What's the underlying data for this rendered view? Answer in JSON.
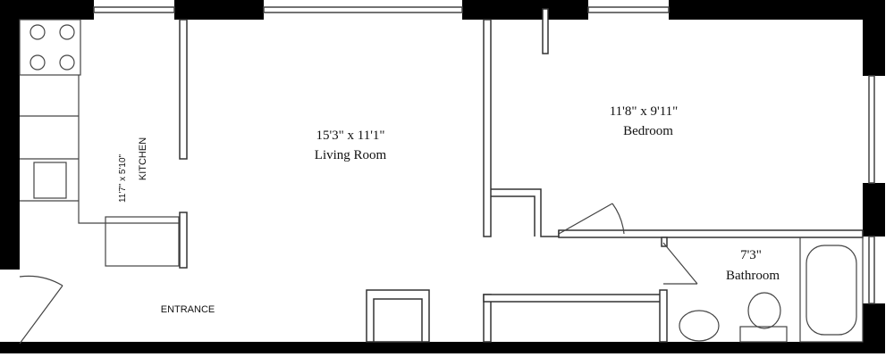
{
  "rooms": {
    "kitchen": {
      "label": "KITCHEN",
      "dimensions": "11'7\" x 5'10\""
    },
    "living_room": {
      "label": "Living Room",
      "dimensions": "15'3\" x 11'1\""
    },
    "bedroom": {
      "label": "Bedroom",
      "dimensions": "11'8\" x 9'11\""
    },
    "bathroom": {
      "label": "Bathroom",
      "dimensions": "7'3\""
    },
    "entrance": {
      "label": "ENTRANCE"
    }
  }
}
